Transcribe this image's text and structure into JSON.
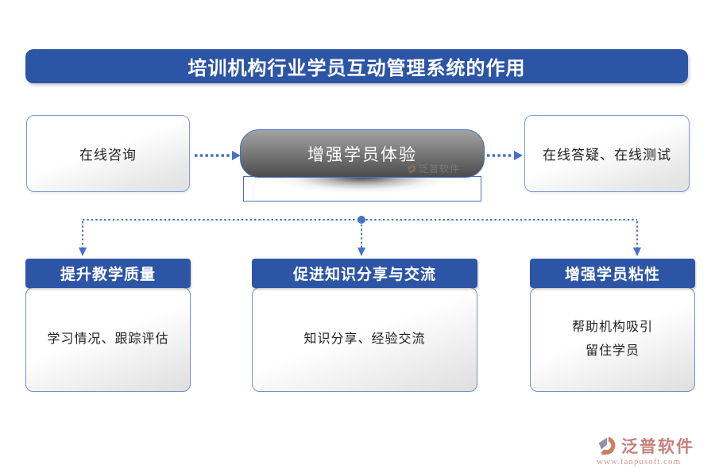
{
  "title": {
    "text": "培训机构行业学员互动管理系统的作用"
  },
  "flow": {
    "left_box": {
      "label": "在线咨询"
    },
    "center_pill": {
      "label": "增强学员体验"
    },
    "right_box": {
      "label": "在线答疑、在线测试"
    }
  },
  "benefits": [
    {
      "header": "提升教学质量",
      "body": "学习情况、跟踪评估"
    },
    {
      "header": "促进知识分享与交流",
      "body": "知识分享、经验交流"
    },
    {
      "header": "增强学员粘性",
      "body": "帮助机构吸引\n留住学员"
    }
  ],
  "watermark": {
    "text": "泛普软件"
  },
  "logo": {
    "name": "泛普软件",
    "url": "www.fanpusoft.com"
  },
  "colors": {
    "banner_blue": "#2d55a5",
    "connector_blue": "#4472c4",
    "box_border_blue": "#7f9ed6",
    "pill_gray_top": "#a2a2a2",
    "pill_gray_bottom": "#4c4c4c",
    "logo_red": "#c4827e",
    "logo_url_red": "#d19a94"
  }
}
